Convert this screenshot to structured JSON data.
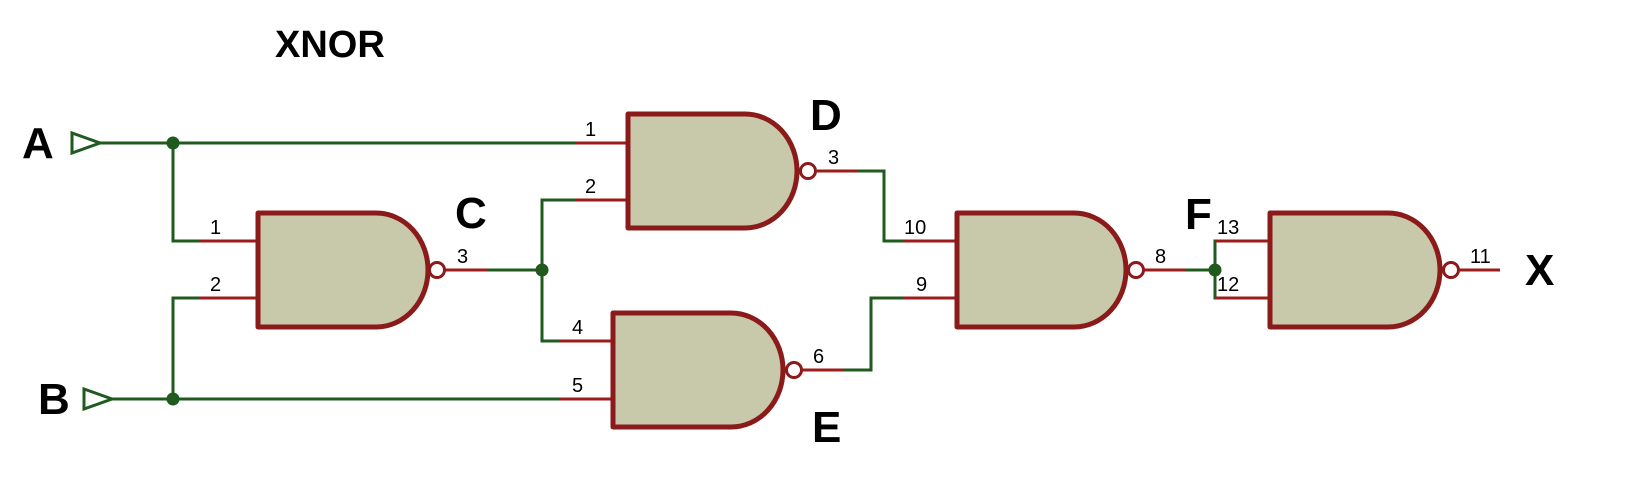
{
  "diagram": {
    "title": "XNOR",
    "inputs": [
      {
        "name": "A"
      },
      {
        "name": "B"
      }
    ],
    "output": {
      "name": "X"
    },
    "nodes": [
      {
        "name": "C"
      },
      {
        "name": "D"
      },
      {
        "name": "E"
      },
      {
        "name": "F"
      }
    ],
    "gates": [
      {
        "id": "gate-c",
        "type": "NAND",
        "output_label": "C",
        "pins": [
          "1",
          "2",
          "3"
        ]
      },
      {
        "id": "gate-d",
        "type": "NAND",
        "output_label": "D",
        "pins": [
          "1",
          "2",
          "3"
        ]
      },
      {
        "id": "gate-e",
        "type": "NAND",
        "output_label": "E",
        "pins": [
          "4",
          "5",
          "6"
        ]
      },
      {
        "id": "gate-f",
        "type": "NAND",
        "output_label": "F",
        "pins": [
          "10",
          "9",
          "8"
        ]
      },
      {
        "id": "gate-x",
        "type": "NAND",
        "output_label": "X",
        "pins": [
          "13",
          "12",
          "11"
        ]
      }
    ],
    "colors": {
      "wire": "#1f5a1f",
      "pin_wire": "#9c1c1c",
      "gate_fill": "#c8c8aa",
      "gate_stroke": "#8b1a1a"
    }
  }
}
